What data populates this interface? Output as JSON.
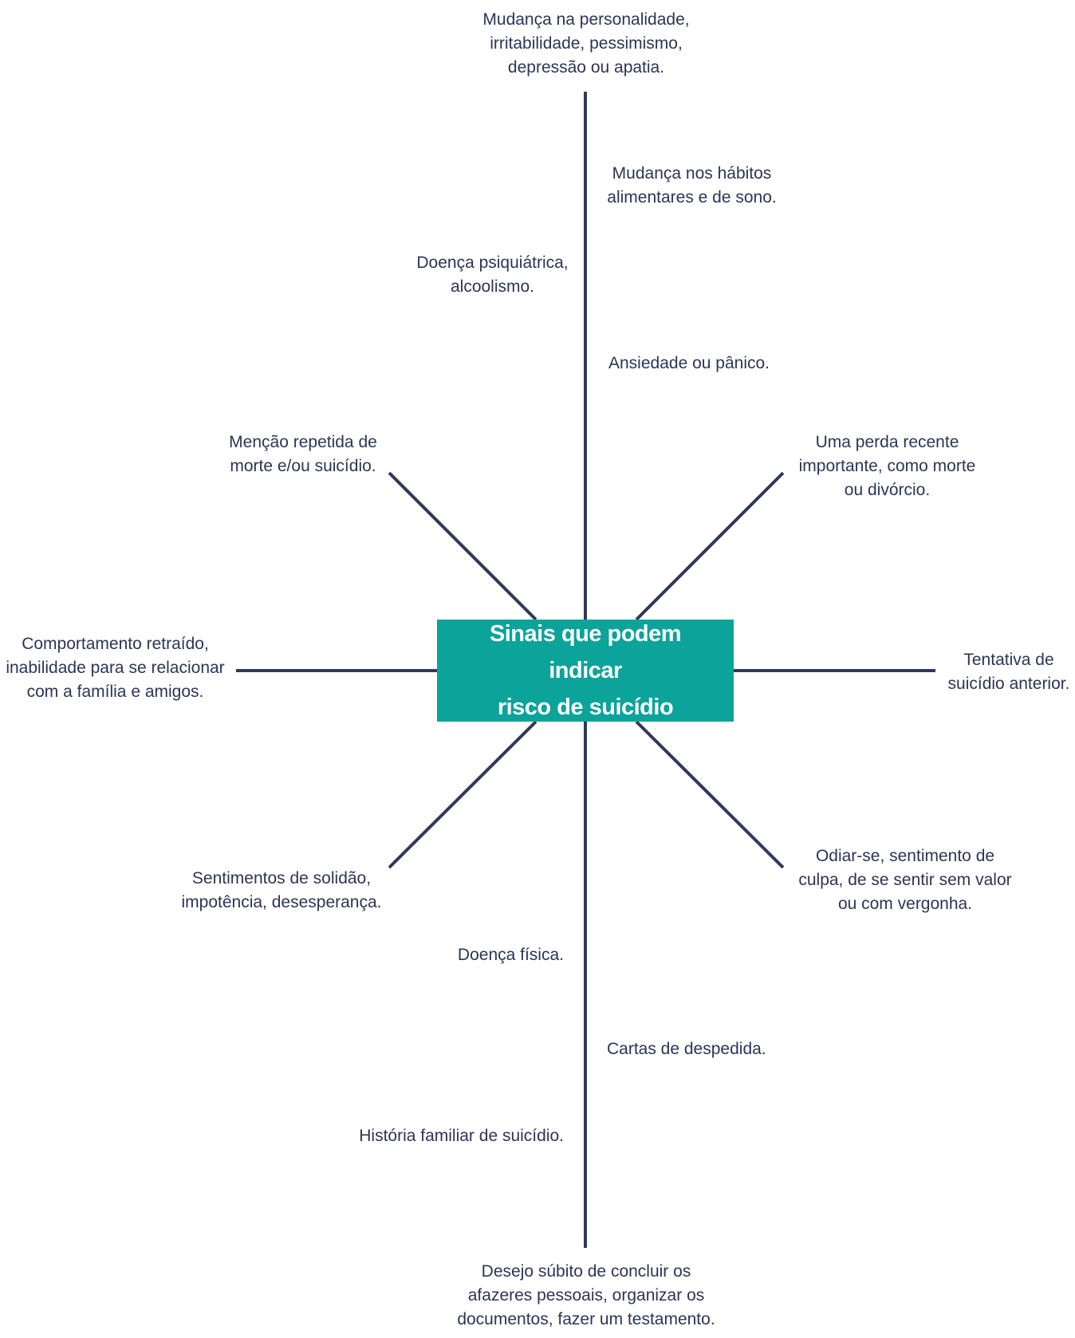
{
  "center": {
    "title_line1": "Sinais que podem indicar",
    "title_line2": "risco de suicídio"
  },
  "colors": {
    "center_fill": "#0ba39a",
    "line": "#2f3a56",
    "text": "#2c3555"
  },
  "signs": {
    "personality": "Mudança na personalidade,\nirritabilidade, pessimismo,\ndepressão ou apatia.",
    "habits": "Mudança nos hábitos\nalimentares e de sono.",
    "psychiatric": "Doença psiquiátrica,\nalcoolismo.",
    "anxiety": "Ansiedade ou pânico.",
    "mention_death": "Menção repetida de\nmorte e/ou suicídio.",
    "recent_loss": "Uma perda recente\nimportante, como morte\nou divórcio.",
    "withdrawn": "Comportamento retraído,\ninabilidade para se relacionar\ncom a família e amigos.",
    "previous_attempt": "Tentativa de\nsuicídio anterior.",
    "loneliness": "Sentimentos de solidão,\nimpotência, desesperança.",
    "self_hate": "Odiar-se, sentimento de\nculpa, de se sentir sem valor\nou com vergonha.",
    "physical_illness": "Doença física.",
    "farewell_letters": "Cartas de despedida.",
    "family_history": "História familiar de suicídio.",
    "sudden_desire": "Desejo súbito de concluir os\nafazeres pessoais, organizar os\ndocumentos, fazer um testamento."
  }
}
